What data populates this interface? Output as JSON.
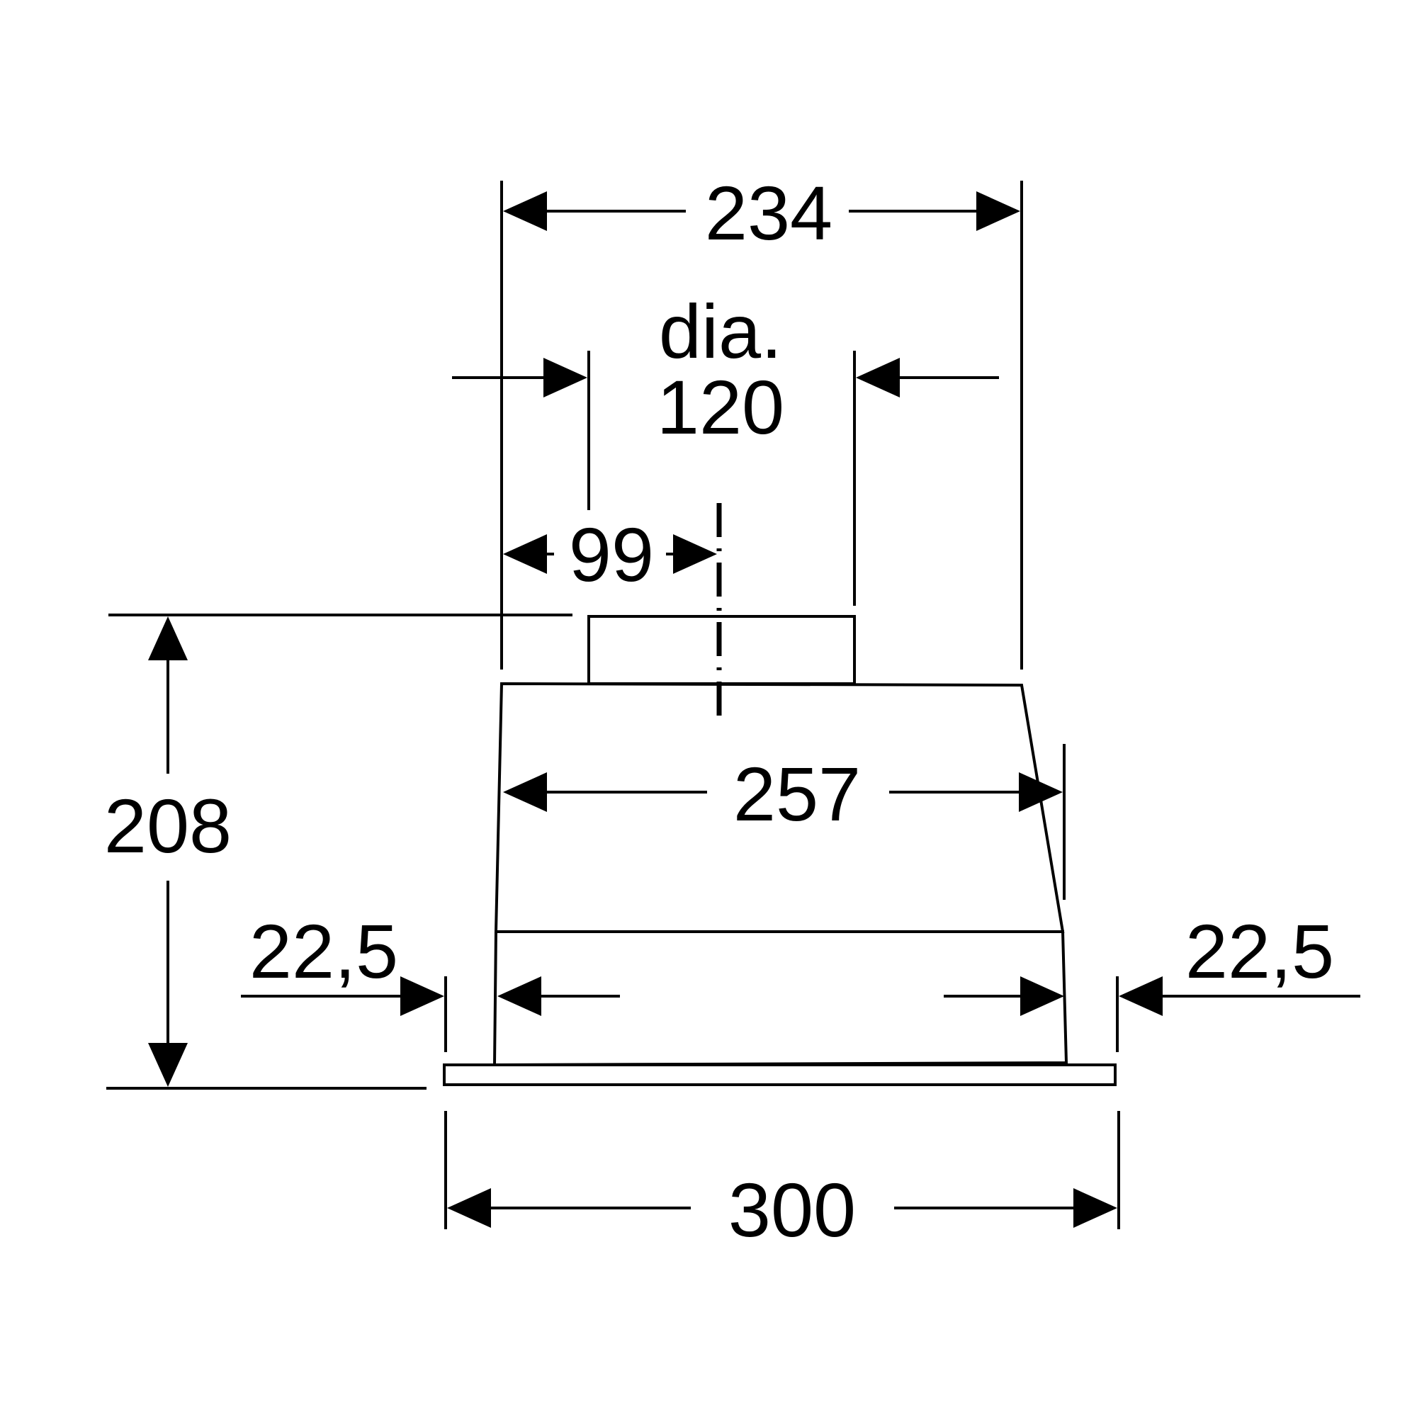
{
  "dimensions": {
    "width_top": "234",
    "outlet_label": "dia.",
    "outlet_value": "120",
    "outlet_offset": "99",
    "inner_width": "257",
    "height": "208",
    "left_margin": "22,5",
    "right_margin": "22,5",
    "total_width": "300"
  },
  "colors": {
    "line": "#000000",
    "background": "#ffffff"
  }
}
